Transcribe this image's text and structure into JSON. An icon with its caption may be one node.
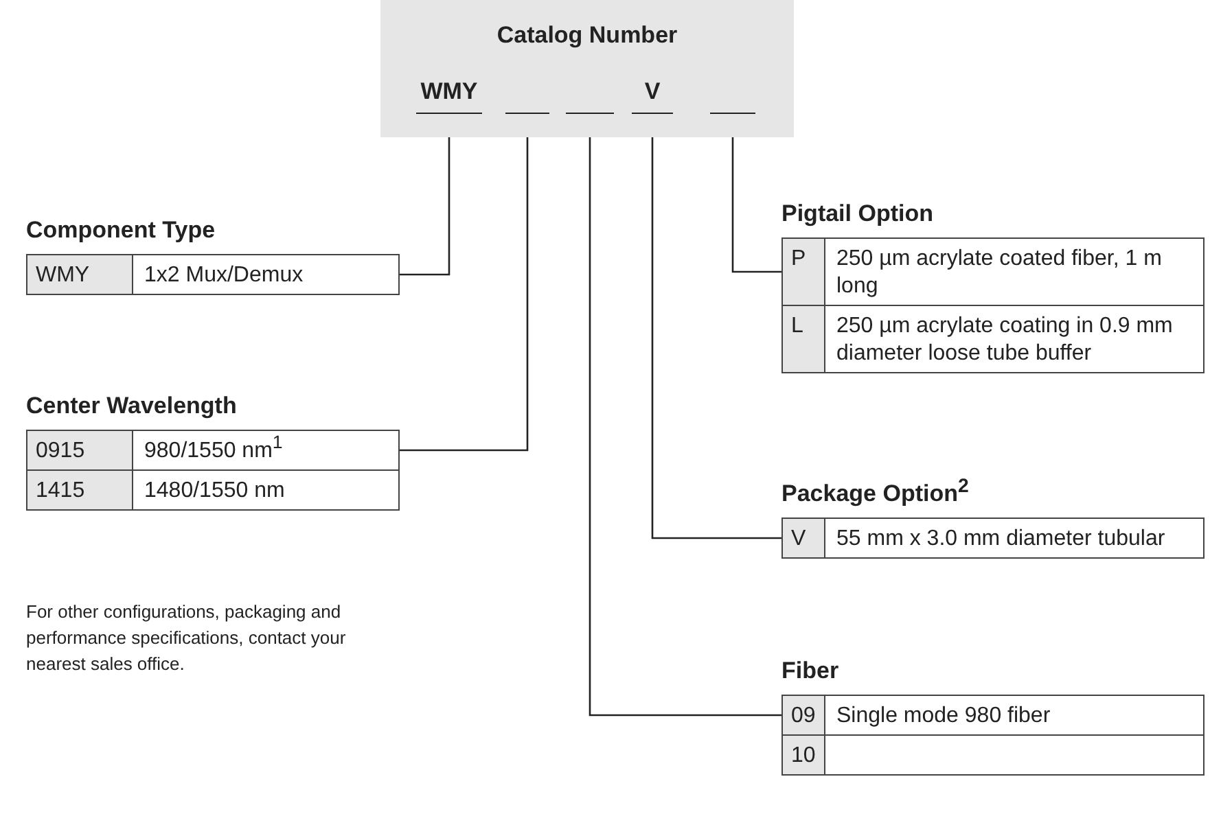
{
  "diagram": {
    "nodes": [
      {
        "text": [
          "Catalog Number"
        ]
      },
      {
        "text": [
          "WMY"
        ],
        "in": 0
      },
      {
        "text": [],
        "shape": "line",
        "in": 0
      },
      {
        "text": [],
        "shape": "line",
        "in": 0
      },
      {
        "text": [
          "V"
        ],
        "in": 0
      },
      {
        "text": [],
        "shape": "line",
        "in": 0
      },
      {
        "text": [
          "Component Type"
        ]
      },
      {
        "text": [
          "WMY",
          "1x2 Mux/Demux"
        ],
        "in": 6
      },
      {
        "text": [
          "Center Wavelength"
        ]
      },
      {
        "text": [
          "0915",
          "980/1550 nm$^{1}$"
        ],
        "in": 8
      },
      {
        "text": [
          "1415",
          "1480/1550 nm"
        ],
        "in": 8
      },
      {
        "text": [
          "Pigtail Option"
        ]
      },
      {
        "text": [
          "P",
          "250 µm acrylate coated fiber, 1 m long"
        ],
        "in": 11
      },
      {
        "text": [
          "L",
          "250 µm acrylate coating in 0.9 mm diameter loose tube buffer"
        ],
        "in": 11
      },
      {
        "text": [
          "Package Option$^{2}$"
        ]
      },
      {
        "text": [
          "V",
          "55 mm x 3.0 mm diameter tubular"
        ],
        "in": 14
      },
      {
        "text": [
          "Fiber"
        ]
      },
      {
        "text": [
          "09",
          "Single mode 980 fiber"
        ],
        "in": 16
      },
      {
        "text": [
          "10"
        ],
        "in": 16
      }
    ],
    "edges": [
      {
        "from": 1,
        "to": 6,
        "arrow": "none"
      },
      {
        "from": 2,
        "to": 8,
        "arrow": "none"
      },
      {
        "from": 3,
        "to": 16,
        "arrow": "none"
      },
      {
        "from": 4,
        "to": 14,
        "arrow": "none"
      },
      {
        "from": 5,
        "to": 11,
        "arrow": "none"
      }
    ],
    "labels": [
      "For other configurations, packaging and performance specifications, contact your nearest sales office."
    ]
  }
}
